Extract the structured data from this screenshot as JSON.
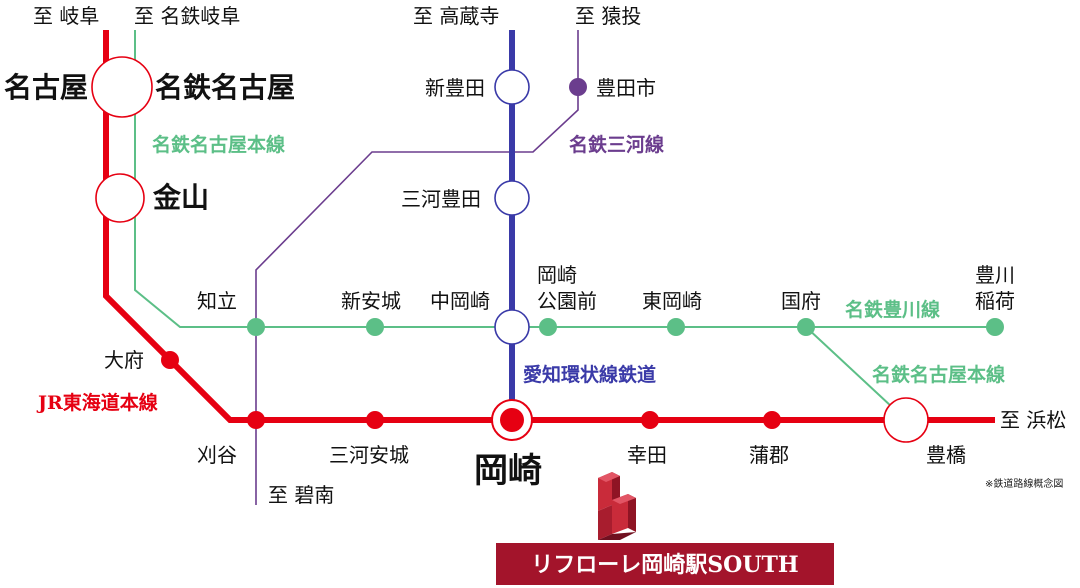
{
  "colors": {
    "jr": "#e60012",
    "meitetsu_nagoya": "#5cbf87",
    "mikawa": "#6b3d8e",
    "aichi_kanjo": "#3a3aa8",
    "brand_bg": "#a3142b"
  },
  "directions": {
    "gifu": "至 岐阜",
    "meitetsu_gifu": "至 名鉄岐阜",
    "takakura": "至 高蔵寺",
    "sanage": "至 猿投",
    "hamamatsu": "至 浜松",
    "hekinan": "至 碧南"
  },
  "stations": {
    "nagoya": "名古屋",
    "meitetsu_nagoya": "名鉄名古屋",
    "kanayama": "金山",
    "shin_toyota": "新豊田",
    "toyotashi": "豊田市",
    "mikawa_toyota": "三河豊田",
    "chiryu": "知立",
    "shin_anjo": "新安城",
    "naka_okazaki": "中岡崎",
    "okazaki_koenmae_1": "岡崎",
    "okazaki_koenmae_2": "公園前",
    "higashi_okazaki": "東岡崎",
    "kou": "国府",
    "toyokawa_inari_1": "豊川",
    "toyokawa_inari_2": "稲荷",
    "obu": "大府",
    "kariya": "刈谷",
    "mikawa_anjo": "三河安城",
    "okazaki": "岡崎",
    "kota": "幸田",
    "gamagori": "蒲郡",
    "toyohashi": "豊橋"
  },
  "lines": {
    "meitetsu_nagoya_main_1": "名鉄名古屋本線",
    "meitetsu_mikawa": "名鉄三河線",
    "meitetsu_toyokawa": "名鉄豊川線",
    "meitetsu_nagoya_main_2": "名鉄名古屋本線",
    "aichi_kanjo": "愛知環状線鉄道",
    "jr_tokaido": "JR東海道本線"
  },
  "note": "※鉄道路線概念図",
  "brand": {
    "name": "リフローレ岡崎駅SOUTH"
  }
}
